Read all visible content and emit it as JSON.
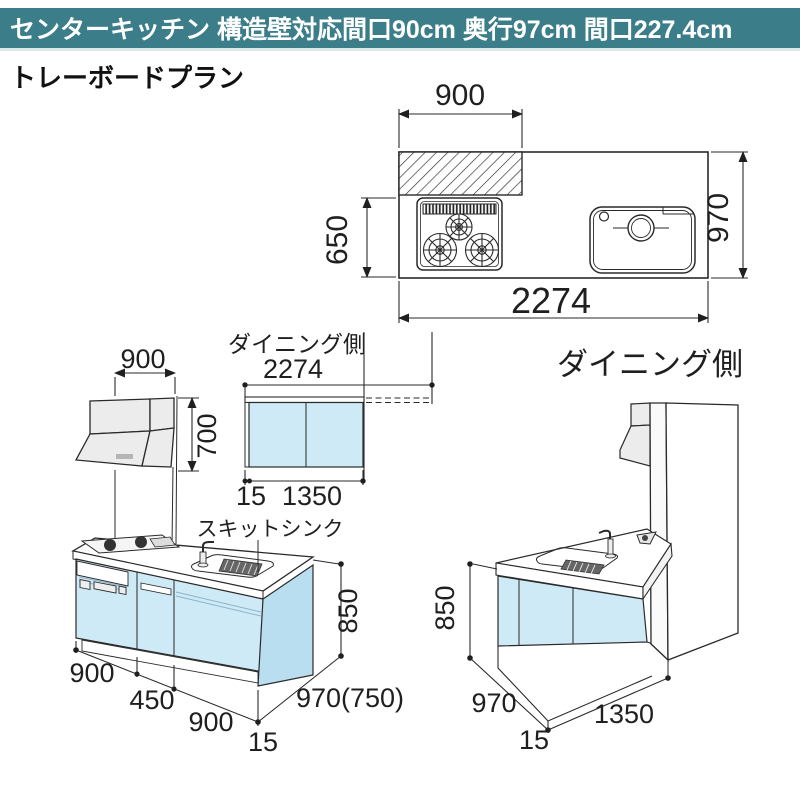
{
  "header": {
    "title": "センターキッチン 構造壁対応間口90cm 奥行97cm 間口227.4cm"
  },
  "plan_title": "トレーボードプラン",
  "top_plan": {
    "dim_wall_width": "900",
    "dim_left_depth": "650",
    "dim_right_depth": "970",
    "dim_total_width": "2274"
  },
  "counter_board": {
    "side_label": "ダイニング側",
    "dim_total_width": "2274",
    "dim_height": "700",
    "dim_end_panel": "15",
    "dim_width": "1350"
  },
  "front_iso": {
    "dim_hood_width": "900",
    "sink_label": "スキットシンク",
    "dim_height": "850",
    "dim_cooktop_width": "900",
    "dim_middle_width": "450",
    "dim_sink_width": "900",
    "dim_end_panel": "15",
    "dim_depth": "970(750)"
  },
  "dining_iso": {
    "side_label": "ダイニング側",
    "dim_height": "850",
    "dim_depth": "970",
    "dim_end_panel": "15",
    "dim_width": "1350"
  },
  "colors": {
    "header_bg": "#3b7e8a",
    "cabinet_blue": "#cfeaf7",
    "side_panel_blue": "#b9def0",
    "hood_gray": "#ececec",
    "line": "#2a2a2a"
  }
}
